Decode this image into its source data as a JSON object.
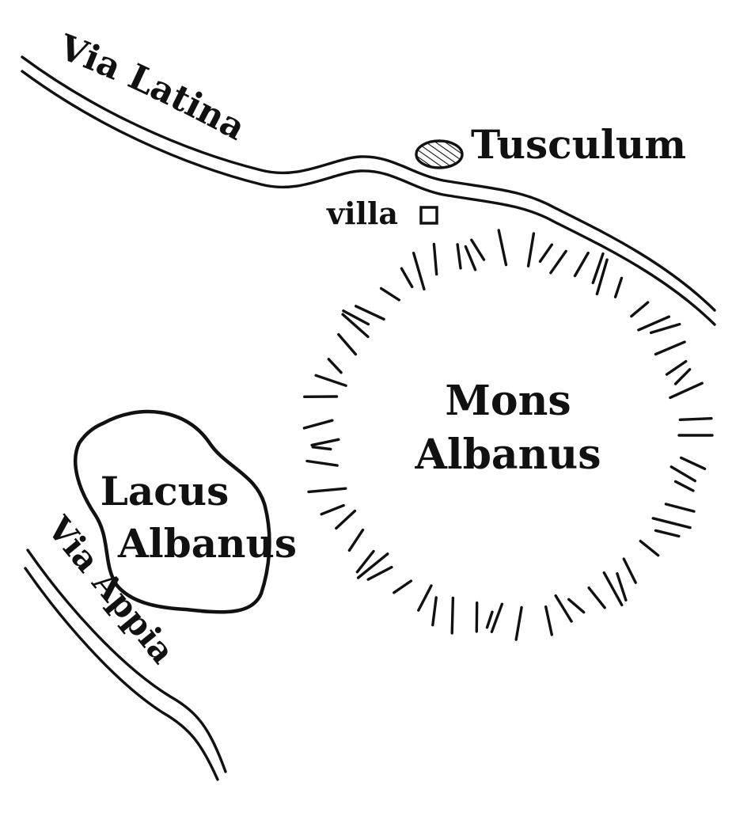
{
  "map": {
    "roads": {
      "via_latina": "Via Latina",
      "via_appia": "Via Appia"
    },
    "places": {
      "tusculum": "Tusculum",
      "villa": "villa",
      "mons_line1": "Mons",
      "mons_line2": "Albanus",
      "lacus_line1": "Lacus",
      "lacus_line2": "Albanus"
    },
    "colors": {
      "ink": "#111111",
      "paper": "#ffffff"
    }
  }
}
